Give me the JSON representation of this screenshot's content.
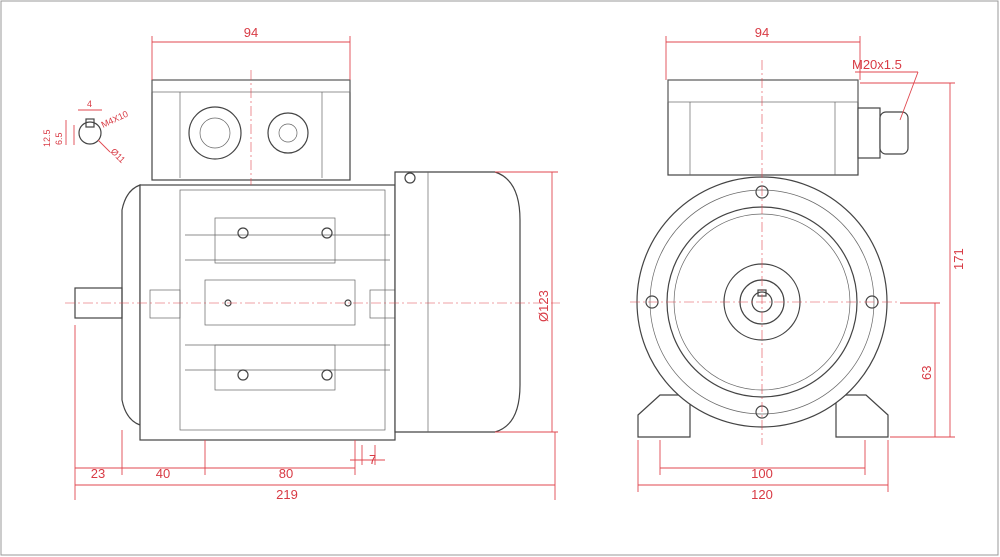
{
  "dimensions": {
    "side_terminal_width": "94",
    "end_terminal_width": "94",
    "gland_thread": "M20x1.5",
    "overall_height": "171",
    "shaft_height": "63",
    "fan_cover_diameter": "Ø123",
    "shaft_length": "23",
    "flange_to_foot": "40",
    "foot_spacing": "80",
    "foot_hole": "7",
    "overall_length": "219",
    "foot_width": "100",
    "base_width": "120",
    "key_width": "4",
    "key_height": "12.5",
    "key_depth": "6.5",
    "shaft_thread": "M4X10",
    "shaft_diameter": "Ø11"
  },
  "colors": {
    "dimension": "#e0474f",
    "outline": "#444444"
  }
}
